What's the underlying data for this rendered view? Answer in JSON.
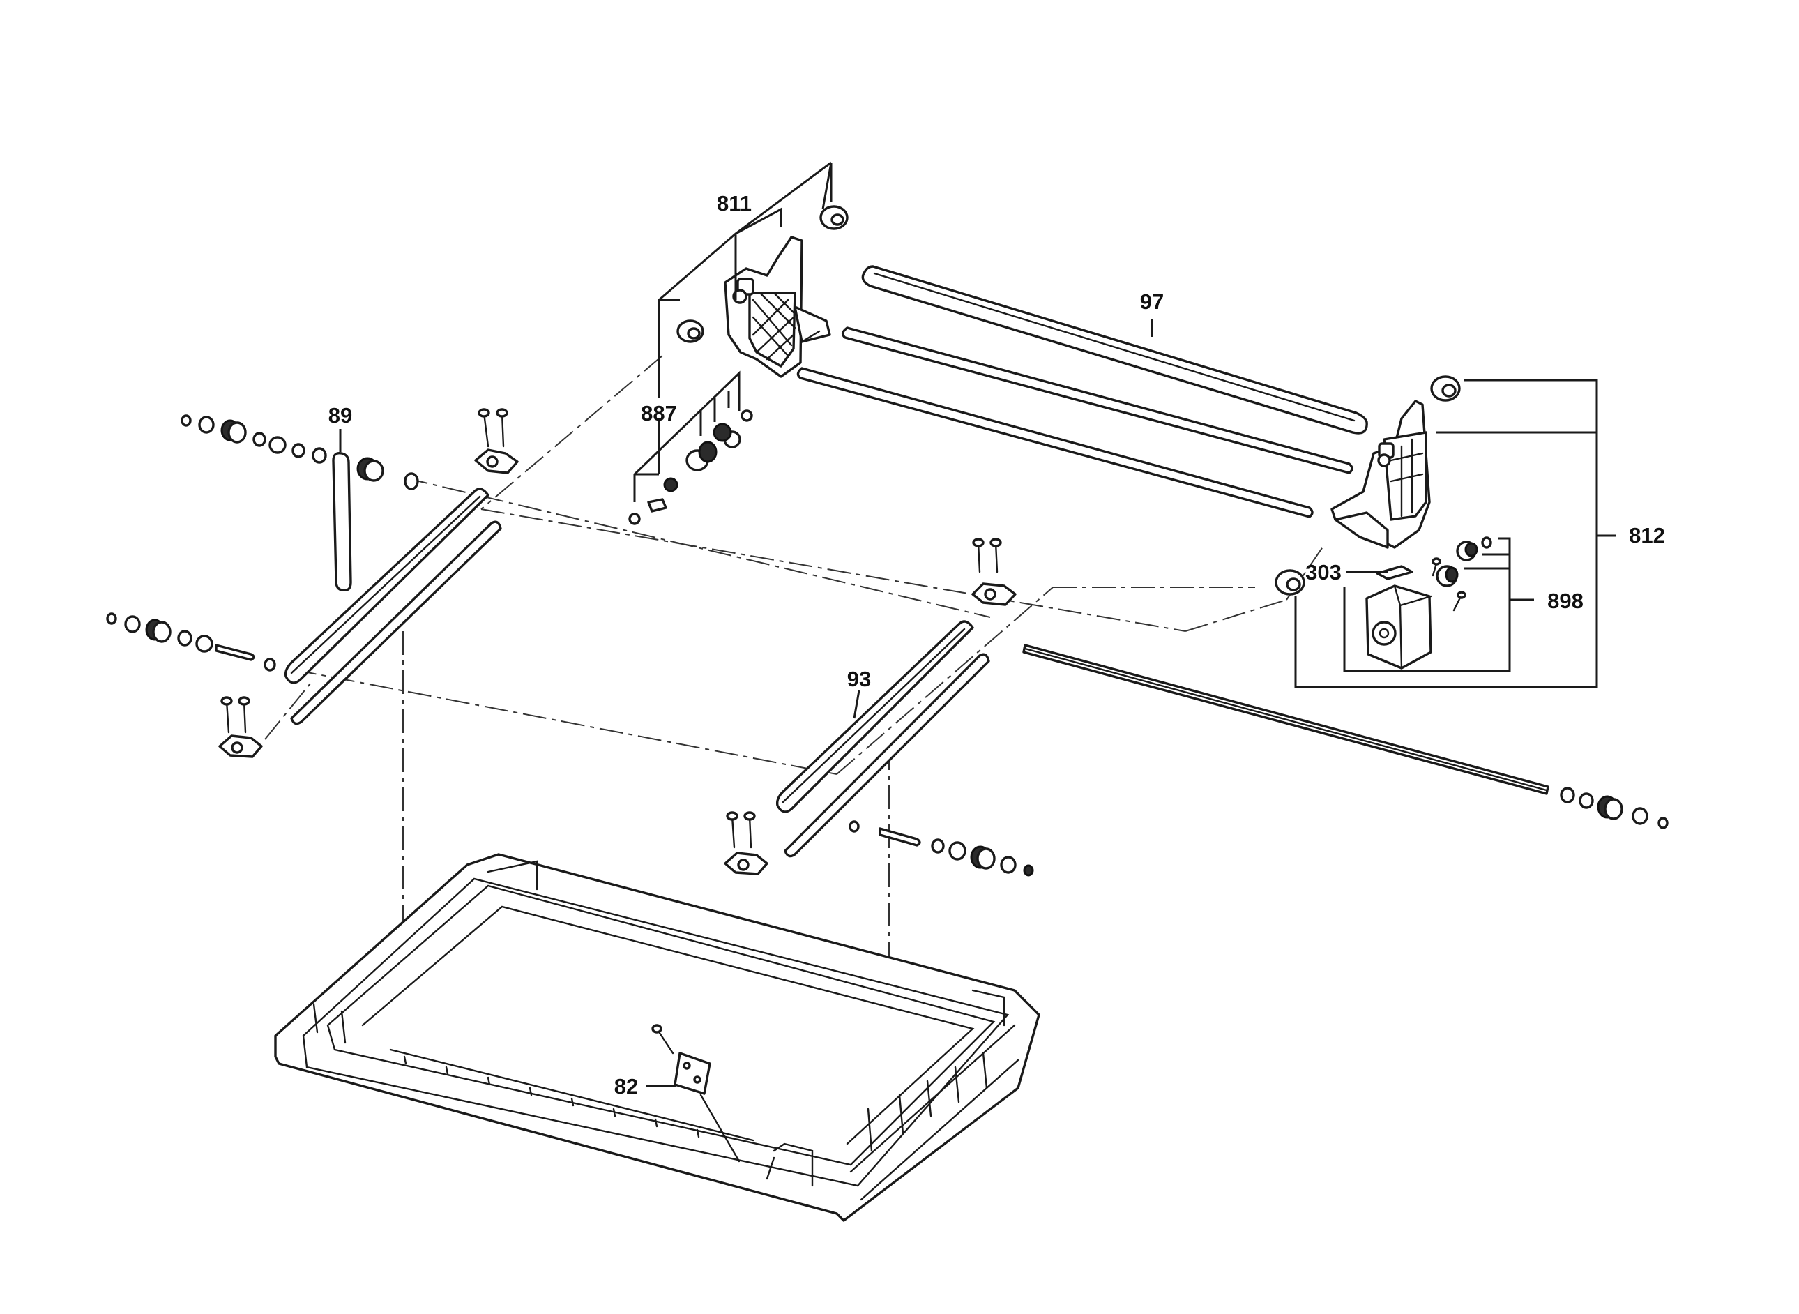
{
  "callouts": {
    "c811": "811",
    "c97": "97",
    "c887": "887",
    "c89": "89",
    "c812": "812",
    "c303": "303",
    "c898": "898",
    "c93": "93",
    "c82": "82"
  },
  "colors": {
    "line": "#1a1a1a",
    "fill": "#ffffff",
    "background": "#ffffff"
  }
}
